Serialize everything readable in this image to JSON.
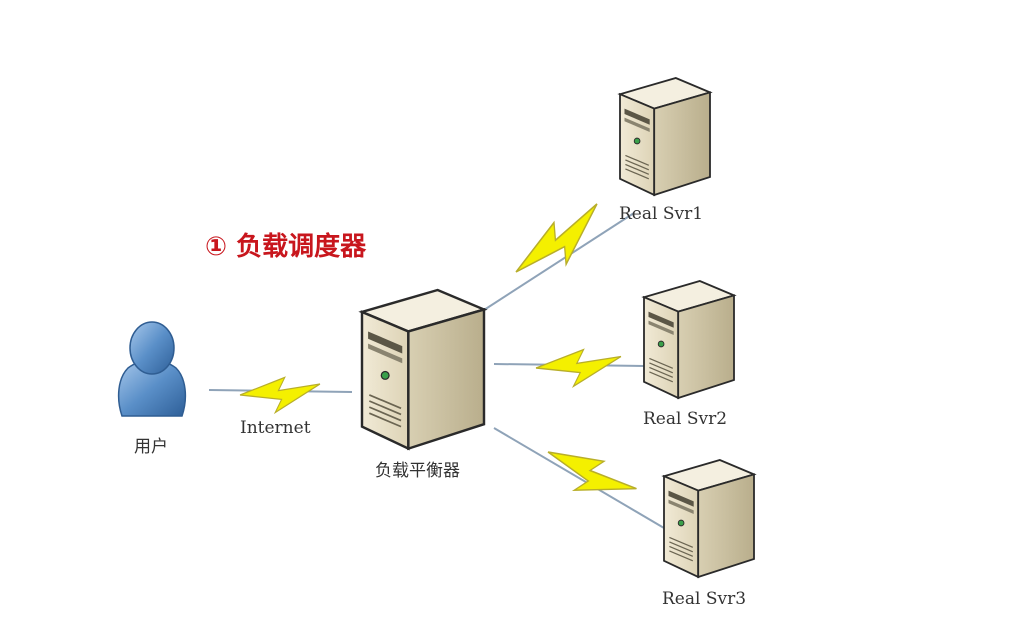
{
  "caption": "① 负载调度器",
  "nodes": {
    "user": "用户",
    "internet": "Internet",
    "balancer": "负载平衡器",
    "svr1": "Real Svr1",
    "svr2": "Real Svr2",
    "svr3": "Real Svr3"
  },
  "icons": {
    "user": "person-icon",
    "balancer": "server-tower-icon",
    "servers": "server-tower-icon",
    "links": "lightning-link-icon"
  },
  "colors": {
    "caption": "#c8161d",
    "person": "#5a8fc8",
    "server_body": "#e8e0c8",
    "bolt": "#f4f000",
    "link_line": "#8fa3b8"
  }
}
